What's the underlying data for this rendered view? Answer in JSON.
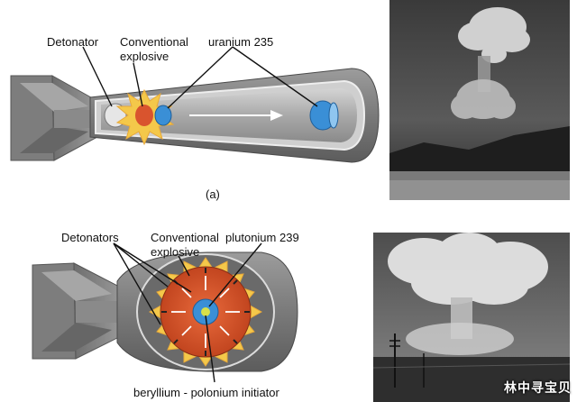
{
  "diagram_a": {
    "labels": {
      "detonator": "Detonator",
      "conventional_line1": "Conventional",
      "conventional_line2": "explosive",
      "uranium": "uranium 235"
    },
    "caption": "(a)"
  },
  "diagram_b": {
    "labels": {
      "detonators": "Detonators",
      "conventional_line1": "Conventional",
      "conventional_line2": "explosive",
      "plutonium": "plutonium 239",
      "initiator": "beryllium - polonium initiator"
    }
  },
  "photos": {
    "top_description": "black-and-white photograph of mushroom cloud over landscape",
    "bottom_description": "black-and-white photograph of mushroom cloud over city with poles"
  },
  "watermark": "林中寻宝贝",
  "colors": {
    "casing_dark": "#6b6b6b",
    "casing_mid": "#8f8f8f",
    "casing_light": "#b9b9b9",
    "explosive_orange": "#d9542e",
    "flash_yellow": "#f4c84a",
    "uranium_blue": "#3a8fd6",
    "initiator_green": "#d7e04a"
  }
}
